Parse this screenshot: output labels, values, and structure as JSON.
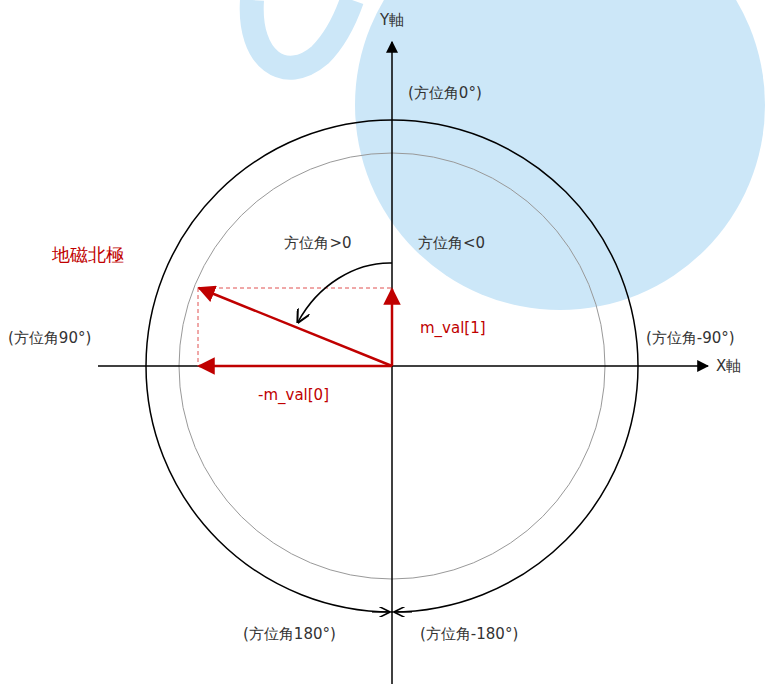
{
  "diagram": {
    "labels": [
      "Y軸",
      "(方位角0°)",
      "方位角>0",
      "方位角<0",
      "地磁北極",
      "(方位角90°)",
      "m_val[1]",
      "(方位角-90°)",
      "X軸",
      "-m_val[0]",
      "(方位角180°)",
      "(方位角-180°)"
    ]
  }
}
